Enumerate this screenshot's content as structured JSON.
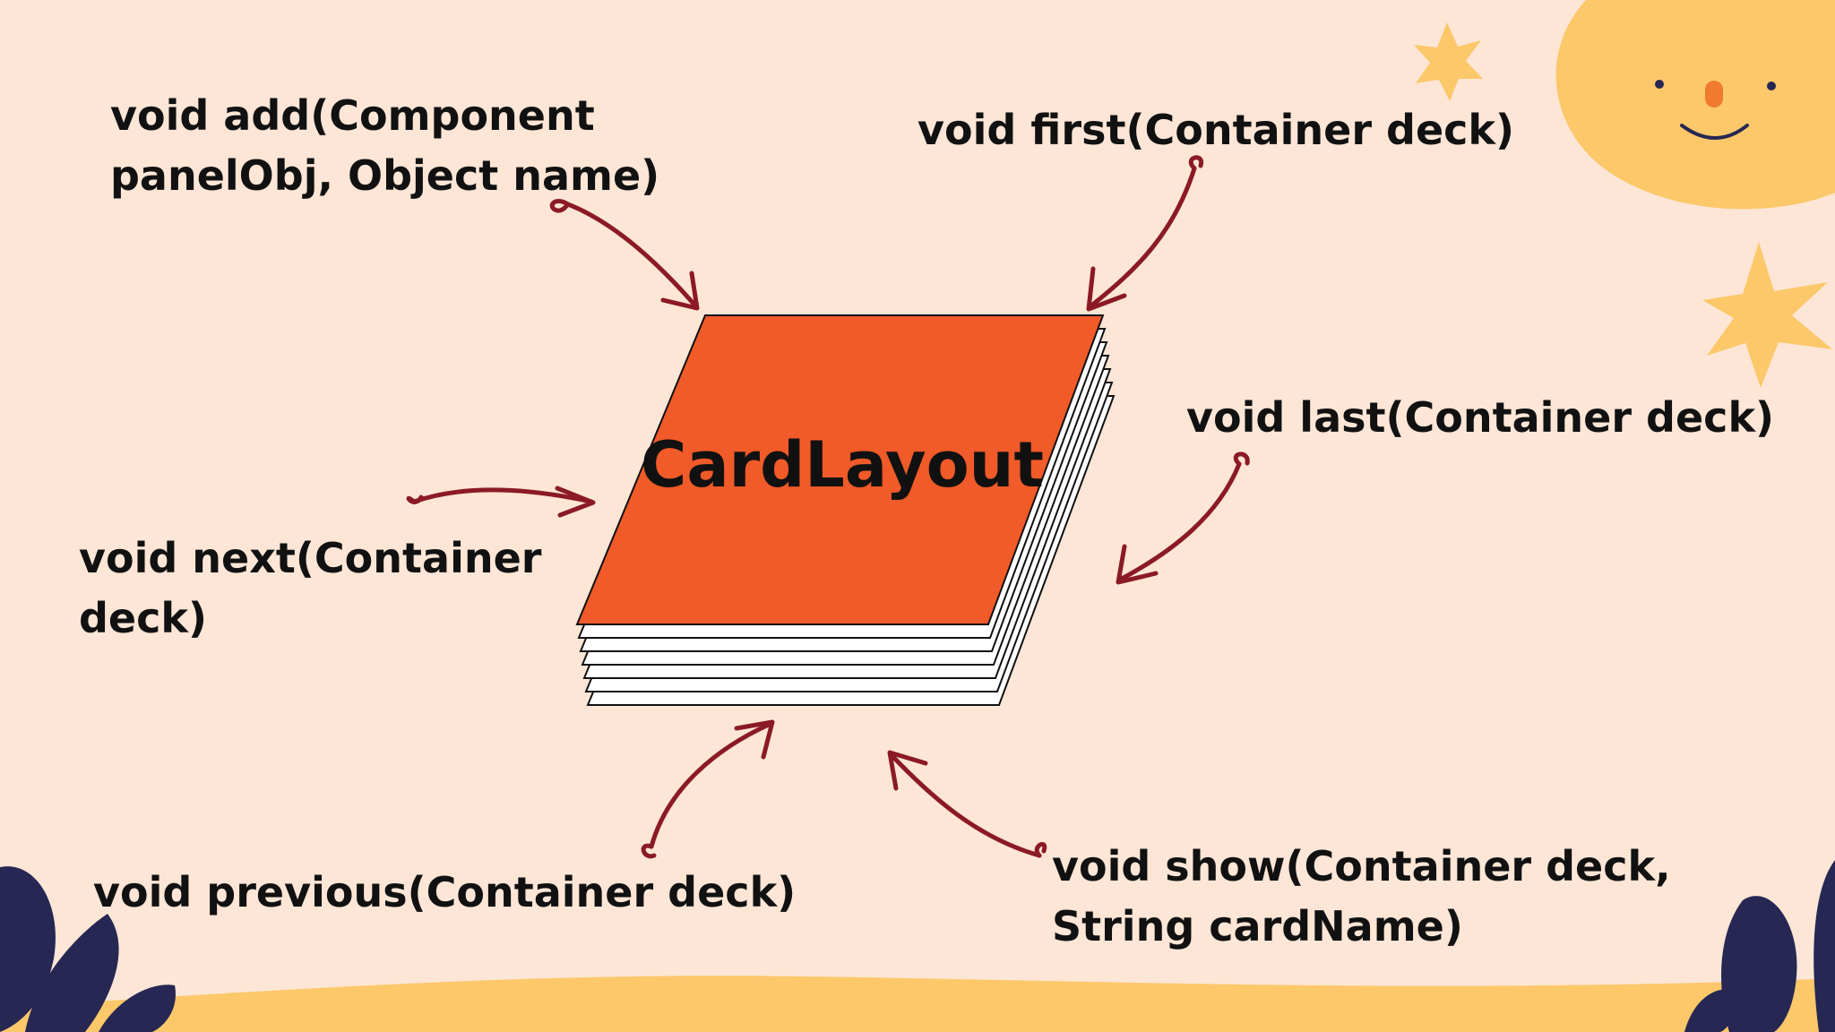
{
  "diagram": {
    "center_label": "CardLayout",
    "methods": [
      {
        "id": "add",
        "lines": [
          "void add(Component",
          "panelObj, Object name)"
        ]
      },
      {
        "id": "first",
        "lines": [
          "void first(Container deck)"
        ]
      },
      {
        "id": "last",
        "lines": [
          "void last(Container deck)"
        ]
      },
      {
        "id": "next",
        "lines": [
          "void next(Container",
          "deck)"
        ]
      },
      {
        "id": "previous",
        "lines": [
          "void previous(Container deck)"
        ]
      },
      {
        "id": "show",
        "lines": [
          "void show(Container deck,",
          "String cardName)"
        ]
      }
    ]
  },
  "colors": {
    "background": "#fde6d6",
    "card_front": "#f15a29",
    "card_stack": "#ffffff",
    "arrow": "#8b1a24",
    "sun": "#fcc86a",
    "star": "#fcc86a",
    "leaf": "#262753",
    "ground": "#fcc86a",
    "text": "#111111"
  },
  "icons": [
    "sun-face-icon",
    "star-icon",
    "leaf-icon"
  ]
}
